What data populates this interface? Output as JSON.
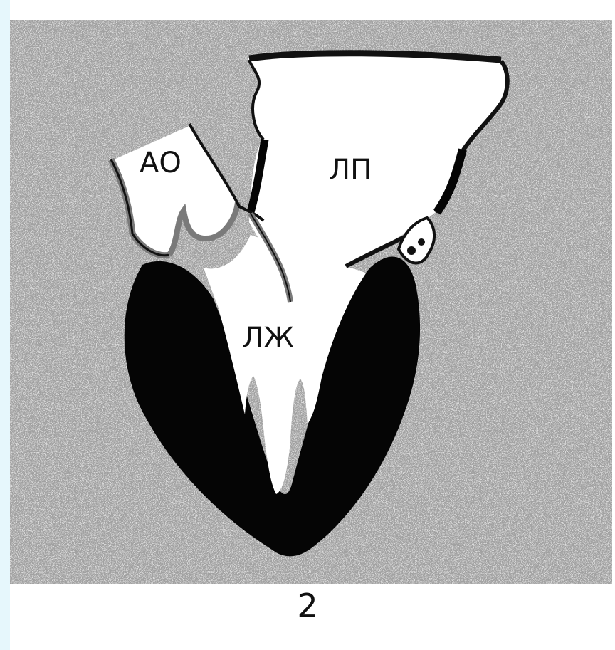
{
  "colors": {
    "accent_strip": "#e6f7fc",
    "speckle_bg": "#d9d9d9",
    "speckle_dots": "#8c8c8c",
    "myocardium": "#050505",
    "chamber": "#ffffff",
    "outline": "#111111",
    "aortic_wall": "#7a7a7a"
  },
  "labels": {
    "aorta": "АО",
    "left_atrium": "ЛП",
    "left_ventricle": "ЛЖ"
  },
  "figure_number": "2"
}
